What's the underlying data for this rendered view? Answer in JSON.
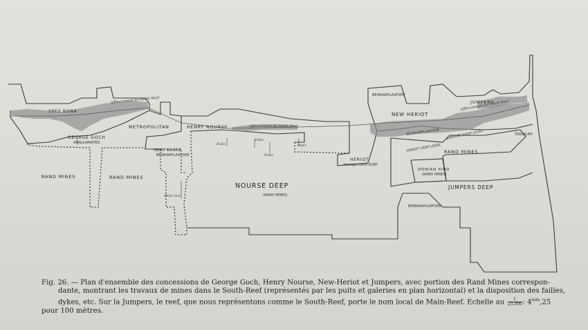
{
  "map": {
    "labels": {
      "spes_bona": "SPES BONA",
      "george_goch": "GEORGE GOCH",
      "amalgamated": "AMALGAMATED",
      "metropolitan": "METROPOLITAN",
      "henry_nourse": "HENRY NOURSE",
      "henry_nourse_small": "HENRY NOURSE",
      "henry_nourse_sub": "BEWAARPLAATSEN",
      "rand_mines_left": "RAND MINES",
      "rand_mines_mid": "RAND MINES",
      "nourse_deep": "NOURSE DEEP",
      "nourse_deep_sub": "(RAND MINES)",
      "main_incline": "Main incl.",
      "puits": "Puits",
      "bewaarplaatsen_top": "BEWAARPLAATSEN",
      "new_heriot": "NEW HERIOT",
      "heriot": "HERIOT",
      "heriot_sub": "Amalgamated ROBY",
      "jumpers": "JUMPERS",
      "treasury": "TREASURY",
      "bewaarplaatsen_mid": "BEWAARPLAATSEN",
      "jumpers_deep_level_a": "HERIOT DEEP LEVEL",
      "jumpers_deep_level_b": "JUMPERS DEEP LEVEL",
      "rand_mines_right": "RAND MINES",
      "donian_sind": "DONIAN SIND",
      "donian_sind_sub": "(RAND MINES)",
      "jumpers_deep": "JUMPERS DEEP",
      "bewaarplaatsen_bottom": "BEWAARPLAATSEN",
      "reef_note": "Affleurement du South Reef"
    }
  },
  "caption": {
    "line1": "Fig. 26. — Plan d'ensemble des concessions de George Goch, Henry Nourse, New-Heriot et Jumpers, avec portion des Rand Mines correspon-",
    "line2": "dante, montrant les travaux de mines dans le South-Reef (représentés par les puits et galeries en plan horizontal) et la disposition des failles,",
    "line3a": "dykes, etc. Sur la Jumpers, le reef, que nous représentons comme le South-Reef, porte le nom local de Main-Reef. Echelle au",
    "frac_num": "1",
    "frac_den": "23.300",
    "line3b": ": 4",
    "mm": "mm",
    "line3c": ",25",
    "line4": "pour 100 mètres."
  }
}
